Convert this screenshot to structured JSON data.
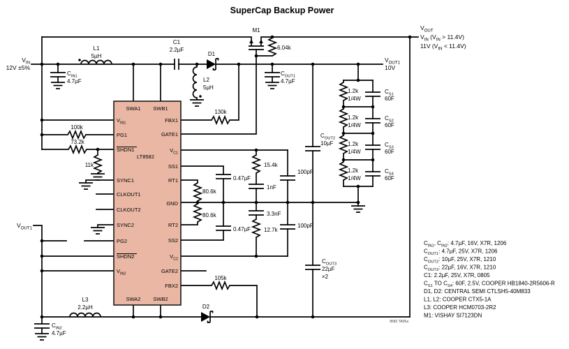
{
  "title": "SuperCap Backup Power",
  "footer": "8582 TA05a",
  "colors": {
    "ic_fill": "#e9b7a4",
    "line": "#000000",
    "background": "#ffffff"
  },
  "ic": {
    "part": "LT8582",
    "pins": {
      "swa1": "SWA1",
      "swb1": "SWB1",
      "vin1": [
        "V",
        "_IN1"
      ],
      "pg1": "PG1",
      "shdn1": "SHDN1",
      "sync1": "SYNC1",
      "clkout1": "CLKOUT1",
      "clkout2": "CLKOUT2",
      "sync2": "SYNC2",
      "pg2": "PG2",
      "shdn2": "SHDN2",
      "vin2": [
        "V",
        "_IN2"
      ],
      "fbx1": "FBX1",
      "gate1": "GATE1",
      "vc1": [
        "V",
        "_C1"
      ],
      "ss1": "SS1",
      "rt1": "RT1",
      "gnd": "GND",
      "rt2": "RT2",
      "ss2": "SS2",
      "vc2": [
        "V",
        "_C2"
      ],
      "gate2": "GATE2",
      "fbx2": "FBX2",
      "swa2": "SWA2",
      "swb2": "SWB2"
    }
  },
  "input": {
    "name": [
      "V",
      "_IN"
    ],
    "value": "12V ±5%"
  },
  "vout_node": {
    "line1": [
      "V",
      "_OUT"
    ],
    "line2": [
      "V",
      "_IN",
      " (V",
      "_IN",
      " > 11.4V)"
    ],
    "line3": [
      "11V (V",
      "_IN",
      " < 11.4V)"
    ]
  },
  "vout1_rail": {
    "name": [
      "V",
      "_OUT1"
    ],
    "value": "10V"
  },
  "vout1_left": [
    "V",
    "_OUT1"
  ],
  "components": {
    "cin1": {
      "name": [
        "C",
        "_IN1"
      ],
      "value": "4.7µF"
    },
    "cin2": {
      "name": [
        "C",
        "_IN2"
      ],
      "value": "4.7µF"
    },
    "l1": {
      "name": "L1",
      "value": "5µH"
    },
    "l2": {
      "name": "L2",
      "value": "5µH"
    },
    "l3": {
      "name": "L3",
      "value": "2.2µH"
    },
    "c1": {
      "name": "C1",
      "value": "2.2µF"
    },
    "d1": {
      "name": "D1"
    },
    "d2": {
      "name": "D2"
    },
    "m1": {
      "name": "M1"
    },
    "r_gate": {
      "value": "6.04k"
    },
    "r_fbx1": {
      "value": "130k"
    },
    "r_pg1": {
      "value": "100k"
    },
    "r_shdn1": {
      "value": "73.2k"
    },
    "r_11k": {
      "value": "11k"
    },
    "r_rt1": {
      "value": "80.6k"
    },
    "r_rt2": {
      "value": "80.6k"
    },
    "c_ss1": {
      "value": "0.47µF"
    },
    "c_ss2": {
      "value": "0.47µF"
    },
    "r_vc1": {
      "value": "15.4k"
    },
    "c_vc1": {
      "value": "1nF"
    },
    "c_vc1b": {
      "value": "100pF"
    },
    "c_vc2": {
      "value": "3.3nF"
    },
    "r_vc2": {
      "value": "12.7k"
    },
    "c_vc2b": {
      "value": "100pF"
    },
    "r_fbx2": {
      "value": "105k"
    },
    "cout1": {
      "name": [
        "C",
        "_OUT1"
      ],
      "value": "4.7µF"
    },
    "cout2": {
      "name": [
        "C",
        "_OUT2"
      ],
      "value": "10µF"
    },
    "cout3": {
      "name": [
        "C",
        "_OUT3"
      ],
      "value": "22µF",
      "qty": "×2"
    }
  },
  "stack": {
    "r_value": "1.2k",
    "r_power": "1/4W",
    "cap_value": "60F",
    "cap_names": [
      [
        "C",
        "_S1"
      ],
      [
        "C",
        "_S2"
      ],
      [
        "C",
        "_S3"
      ],
      [
        "C",
        "_S4"
      ]
    ]
  },
  "notes": [
    [
      "C",
      "_IN1",
      ", C",
      "_IN2",
      ": 4.7µF, 16V, X7R, 1206"
    ],
    [
      "C",
      "_OUT1",
      ": 4.7µF, 25V, X7R, 1206"
    ],
    [
      "C",
      "_OUT2",
      ": 10µF, 25V, X7R, 1210"
    ],
    [
      "C",
      "_OUT3",
      ": 22µF, 16V, X7R, 1210"
    ],
    [
      "C1: 2.2µF, 25V, X7R, 0805"
    ],
    [
      "C",
      "_S1",
      " TO C",
      "_S4",
      ": 60F, 2.5V, COOPER HB1840-2R5606-R"
    ],
    [
      "D1, D2: CENTRAL SEMI CTLSH5-40M833"
    ],
    [
      "L1, L2: COOPER CTX5-1A"
    ],
    [
      "L3: COOPER HCM0703-2R2"
    ],
    [
      "M1: VISHAY SI7123DN"
    ]
  ]
}
